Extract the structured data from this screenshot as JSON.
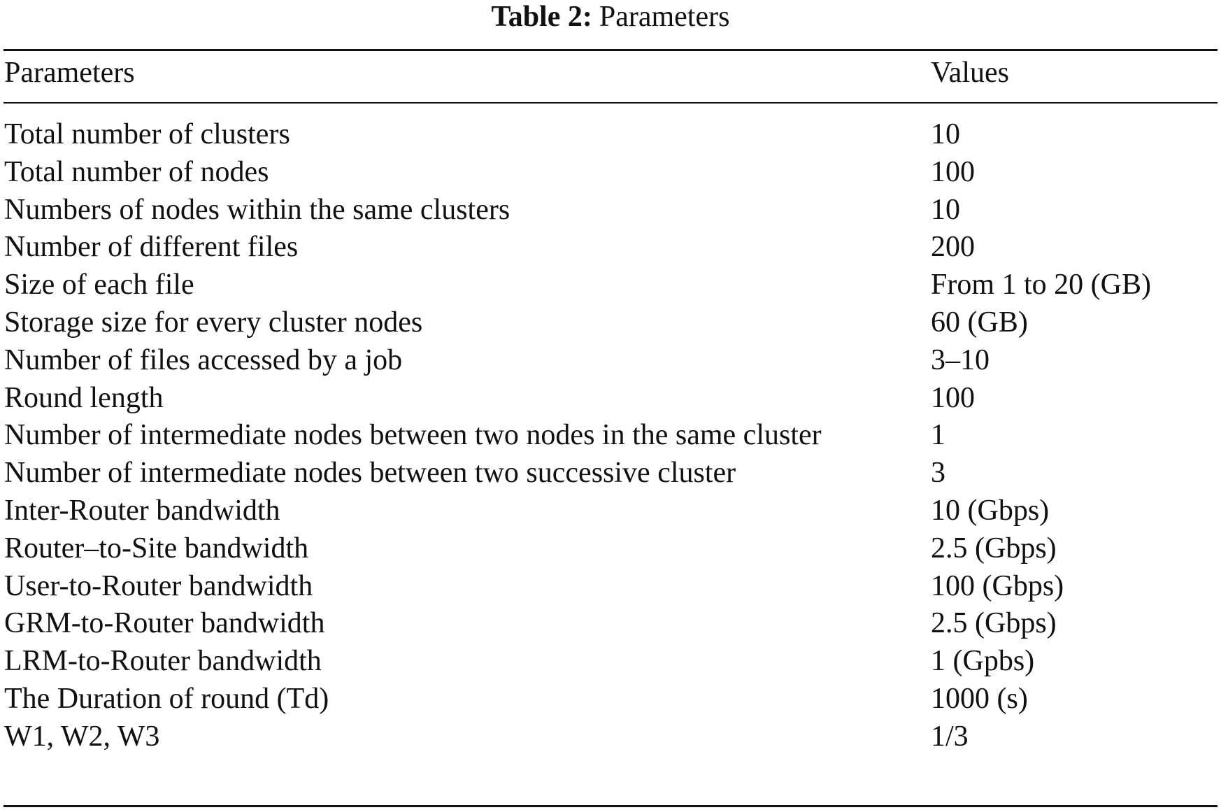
{
  "caption": {
    "label": "Table 2:",
    "title": "Parameters"
  },
  "table": {
    "headers": [
      "Parameters",
      "Values"
    ],
    "rows": [
      {
        "parameter": "Total number of clusters",
        "value": "10"
      },
      {
        "parameter": "Total number of nodes",
        "value": "100"
      },
      {
        "parameter": "Numbers of nodes within the same clusters",
        "value": "10"
      },
      {
        "parameter": "Number of different files",
        "value": "200"
      },
      {
        "parameter": "Size of each file",
        "value": "From 1 to 20 (GB)"
      },
      {
        "parameter": "Storage size for every cluster nodes",
        "value": "60 (GB)"
      },
      {
        "parameter": "Number of files accessed by a job",
        "value": "3–10"
      },
      {
        "parameter": "Round length",
        "value": "100"
      },
      {
        "parameter": "Number of intermediate nodes between two nodes in the same cluster",
        "value": "1"
      },
      {
        "parameter": "Number of intermediate nodes between two successive cluster",
        "value": "3"
      },
      {
        "parameter": "Inter-Router bandwidth",
        "value": "10 (Gbps)"
      },
      {
        "parameter": "Router–to-Site bandwidth",
        "value": "2.5 (Gbps)"
      },
      {
        "parameter": "User-to-Router bandwidth",
        "value": "100 (Gbps)"
      },
      {
        "parameter": "GRM-to-Router bandwidth",
        "value": "2.5 (Gbps)"
      },
      {
        "parameter": "LRM-to-Router bandwidth",
        "value": "1 (Gpbs)"
      },
      {
        "parameter": "The Duration of round (Td)",
        "value": "1000 (s)"
      },
      {
        "parameter": "W1, W2, W3",
        "value": "1/3"
      }
    ]
  }
}
